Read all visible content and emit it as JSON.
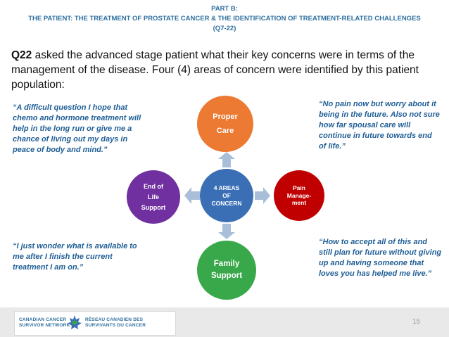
{
  "header": {
    "line1": "PART B:",
    "line2": "THE PATIENT: THE TREATMENT OF PROSTATE CANCER & THE IDENTIFICATION OF TREATMENT-RELATED CHALLENGES",
    "line3": "(Q7-22)"
  },
  "question": {
    "lead": "Q22",
    "text": " asked the advanced stage patient what their key concerns were in terms of the management of the disease. Four (4) areas of concern were identified by this patient population:"
  },
  "quotes": {
    "top_left": "“A difficult question I hope that chemo and hormone treatment will help in the long run or give me a chance of living out my days in peace of body and mind.”",
    "top_right": "“No pain now but worry about it being in the future. Also not sure how far spousal care will continue in future towards end of life.”",
    "bottom_left": "“I just wonder what is available to me after I finish the current treatment I am on.”",
    "bottom_right": "“How to accept all of this and still plan for future without giving up and having someone that loves you has helped me live.”"
  },
  "diagram": {
    "center": {
      "line1": "4 AREAS",
      "line2": "OF",
      "line3": "CONCERN",
      "color": "#3a6fb5"
    },
    "top": {
      "line1": "Proper",
      "line2": "Care",
      "color": "#ec7a33"
    },
    "right": {
      "line1": "Pain",
      "line2": "Manage-",
      "line3": "ment",
      "color": "#c00000"
    },
    "bottom": {
      "line1": "Family",
      "line2": "Support",
      "color": "#39a84a"
    },
    "left": {
      "line1": "End of",
      "line2": "Life",
      "line3": "Support",
      "color": "#7030a0"
    },
    "arrow_color": "#a9bfd9"
  },
  "footer": {
    "logo_en_1": "CANADIAN CANCER",
    "logo_en_2": "SURVIVOR NETWORK",
    "logo_fr_1": "RÉSEAU CANADIEN DES",
    "logo_fr_2": "SURVIVANTS DU CANCER",
    "page_number": "15"
  }
}
